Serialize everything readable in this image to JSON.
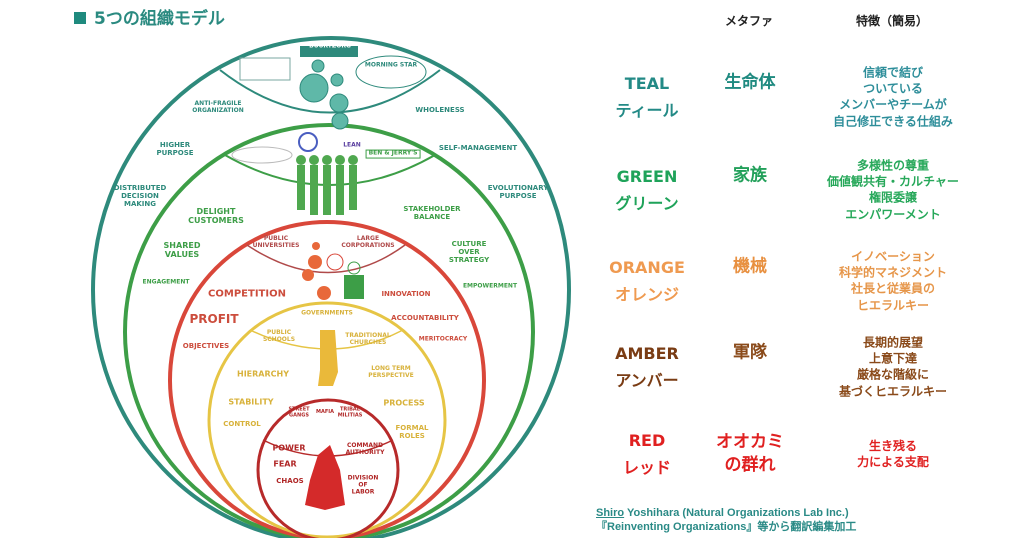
{
  "title": "5つの組織モデル",
  "colors": {
    "teal": "#2e8a7c",
    "green": "#3d9e47",
    "orange": "#e0913a",
    "amber": "#8a4a1a",
    "red": "#e02020"
  },
  "diagram": {
    "teal": {
      "logos": [
        "BUURTZORG",
        "MORNING STAR"
      ],
      "labels": [
        "ANTI-FRAGILE\nORGANIZATION",
        "WHOLENESS",
        "HIGHER\nPURPOSE",
        "SELF-MANAGEMENT",
        "DISTRIBUTED\nDECISION\nMAKING",
        "EVOLUTIONARY\nPURPOSE"
      ]
    },
    "green": {
      "logos": [
        "LEAN",
        "BEN & JERRY'S"
      ],
      "labels": [
        "DELIGHT\nCUSTOMERS",
        "STAKEHOLDER\nBALANCE",
        "SHARED\nVALUES",
        "CULTURE\nOVER\nSTRATEGY",
        "ENGAGEMENT",
        "EMPOWERMENT"
      ]
    },
    "orange": {
      "examples": [
        "PUBLIC\nUNIVERSITIES",
        "LARGE\nCORPORATIONS"
      ],
      "labels": [
        "COMPETITION",
        "INNOVATION",
        "PROFIT",
        "ACCOUNTABILITY",
        "OBJECTIVES",
        "MERITOCRACY"
      ]
    },
    "amber": {
      "examples": [
        "GOVERNMENTS",
        "PUBLIC\nSCHOOLS",
        "TRADITIONAL\nCHURCHES"
      ],
      "labels": [
        "HIERARCHY",
        "LONG TERM\nPERSPECTIVE",
        "STABILITY",
        "PROCESS",
        "CONTROL",
        "FORMAL\nROLES"
      ]
    },
    "red": {
      "examples": [
        "STREET\nGANGS",
        "MAFIA",
        "TRIBAL\nMILITIAS"
      ],
      "labels": [
        "POWER",
        "FEAR",
        "CHAOS",
        "COMMAND\nAUTHORITY",
        "DIVISION\nOF\nLABOR"
      ]
    }
  },
  "table": {
    "headers": {
      "metaphor": "メタファ",
      "features": "特徴（簡易）"
    },
    "rows": [
      {
        "en": "TEAL",
        "ja": "ティール",
        "metaphor": "生命体",
        "features": "信頼で結び\nついている\nメンバーやチームが\n自己修正できる仕組み"
      },
      {
        "en": "GREEN",
        "ja": "グリーン",
        "metaphor": "家族",
        "features": "多様性の尊重\n価値観共有・カルチャー\n権限委譲\nエンパワーメント"
      },
      {
        "en": "ORANGE",
        "ja": "オレンジ",
        "metaphor": "機械",
        "features": "イノベーション\n科学的マネジメント\n社長と従業員の\nヒエラルキー"
      },
      {
        "en": "AMBER",
        "ja": "アンバー",
        "metaphor": "軍隊",
        "features": "長期的展望\n上意下達\n厳格な階級に\n基づくヒエラルキー"
      },
      {
        "en": "RED",
        "ja": "レッド",
        "metaphor": "オオカミ\nの群れ",
        "features": "生き残る\n力による支配"
      }
    ]
  },
  "credit": {
    "author": "Shiro",
    "rest": " Yoshihara (Natural Organizations Lab Inc.)",
    "line2": "『Reinventing Organizations』等から翻訳編集加工"
  }
}
